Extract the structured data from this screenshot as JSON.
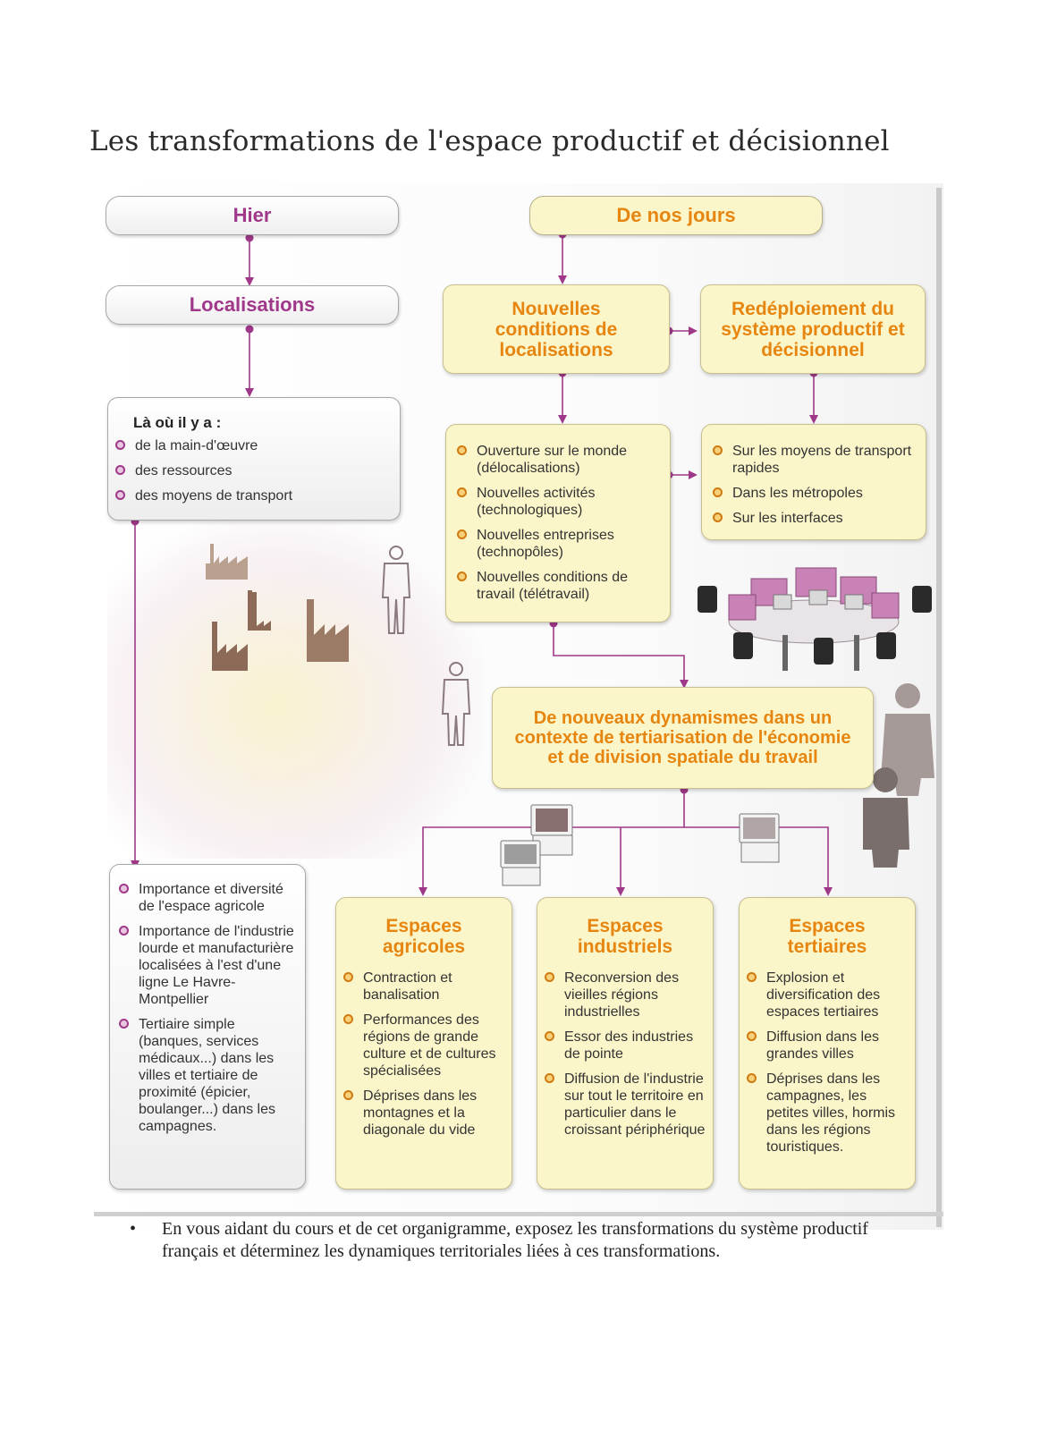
{
  "title": "Les transformations de l'espace productif et décisionnel",
  "left": {
    "hier": "Hier",
    "localisations": "Localisations",
    "where_head": "Là où il y a :",
    "where_items": [
      "de la main-d'œuvre",
      "des ressources",
      "des moyens de transport"
    ],
    "past_items": [
      "Importance et diversité de l'espace agricole",
      "Importance de l'industrie lourde et manufacturière localisées à l'est d'une ligne Le Havre-Montpellier",
      "Tertiaire simple (banques, services médicaux...) dans les villes et tertiaire de proximité (épicier, boulanger...) dans les campagnes."
    ]
  },
  "right": {
    "nos_jours": "De nos jours",
    "nouvelles_conditions": "Nouvelles conditions de localisations",
    "redeploiement": "Redéploiement du système productif et décisionnel",
    "conditions_items": [
      "Ouverture sur le monde (délocalisations)",
      "Nouvelles activités (technologiques)",
      "Nouvelles entreprises (technopôles)",
      "Nouvelles conditions de travail (télétravail)"
    ],
    "redeploiement_items": [
      "Sur les moyens de transport rapides",
      "Dans les métropoles",
      "Sur les interfaces"
    ],
    "dynamismes": "De nouveaux dynamismes dans un contexte de tertiarisation de l'économie et de division spatiale du travail"
  },
  "espaces": [
    {
      "title": "Espaces agricoles",
      "items": [
        "Contraction et banalisation",
        "Performances des régions de grande culture et de cultures spécialisées",
        "Déprises dans les montagnes et la diagonale du vide"
      ]
    },
    {
      "title": "Espaces industriels",
      "items": [
        "Reconversion des vieilles régions industrielles",
        "Essor des industries de pointe",
        "Diffusion de l'industrie sur tout le territoire en particulier dans le croissant périphérique"
      ]
    },
    {
      "title": "Espaces tertiaires",
      "items": [
        "Explosion et diversification des espaces tertiaires",
        "Diffusion dans les grandes villes",
        "Déprises dans les campagnes, les petites villes, hormis dans les régions touristiques."
      ]
    }
  ],
  "question": "En vous aidant du cours et de cet organigramme, exposez les transformations du système productif français et déterminez les dynamiques territoriales liées à ces transformations.",
  "colors": {
    "magenta": "#a0388a",
    "orange": "#e6850f",
    "yellow_box": "#fbf6c9",
    "grey_box": "#efefef"
  },
  "icons": [
    "factory-icon",
    "worker-icon",
    "office-workstation-icon",
    "person-silhouette-icon",
    "computer-icon"
  ]
}
